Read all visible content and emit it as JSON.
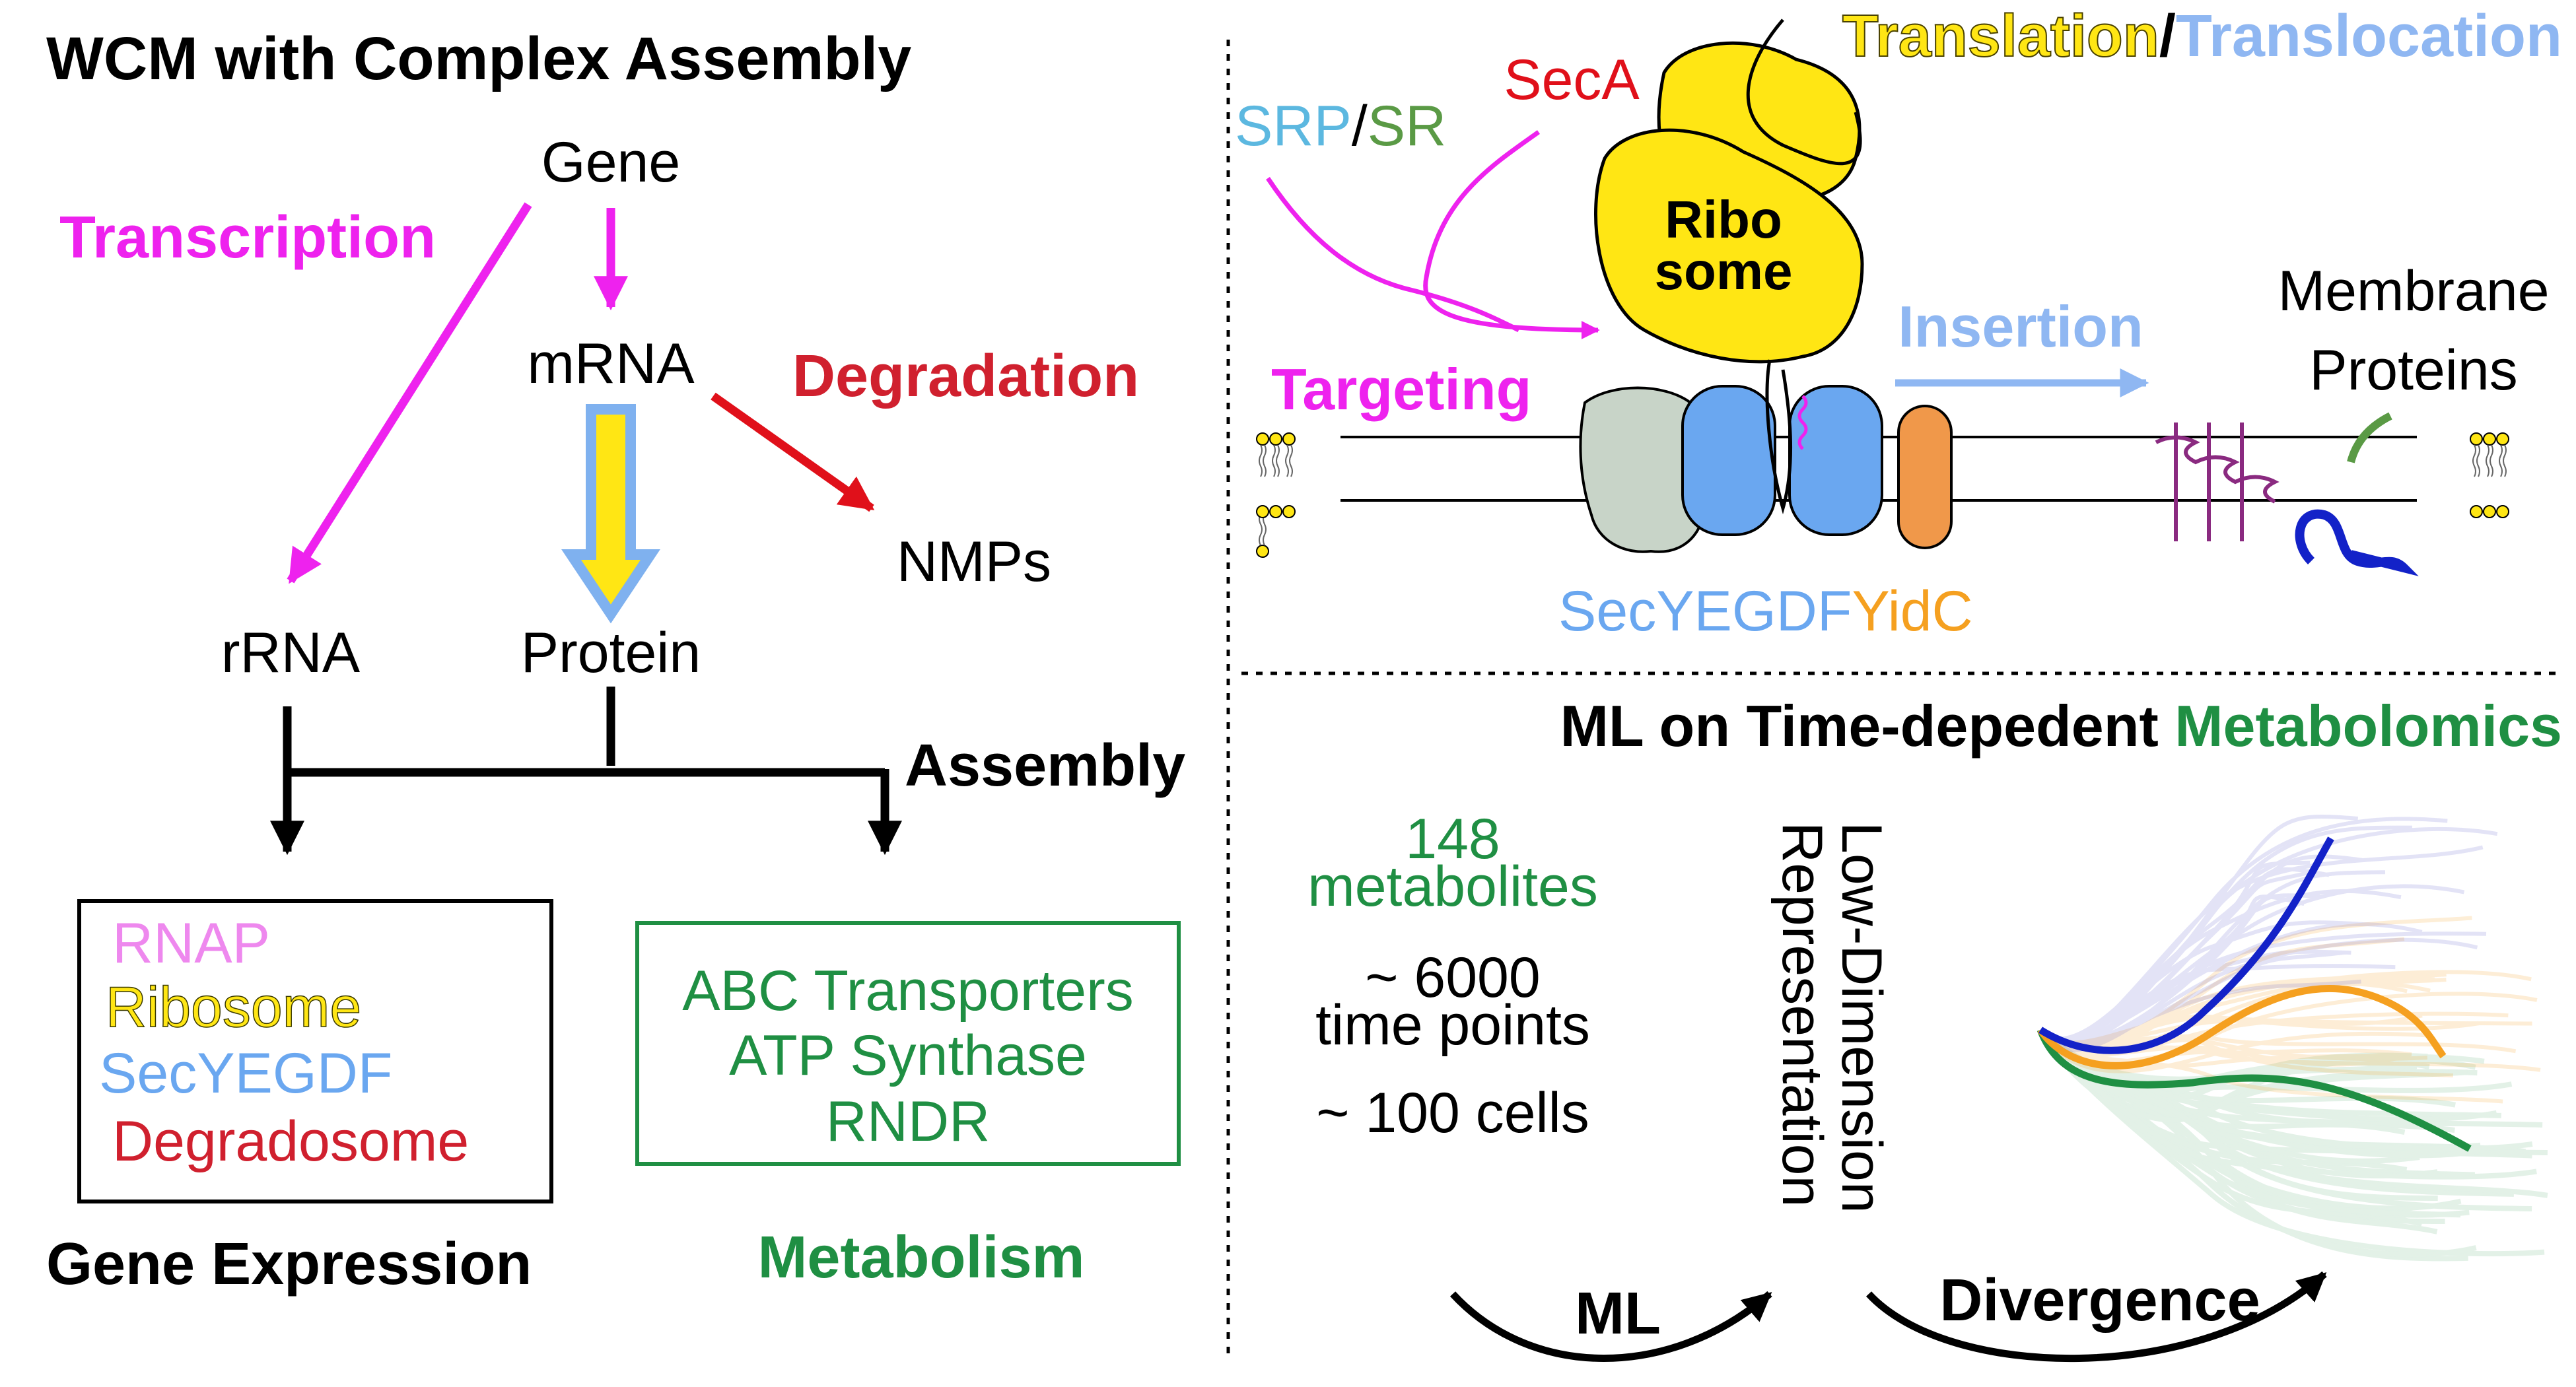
{
  "colors": {
    "magenta": "#ee22ee",
    "red": "#e0101a",
    "crimson": "#d0202e",
    "green": "#1f8f43",
    "lightblue": "#6aa7f0",
    "skyblue": "#5cb8e0",
    "olive": "#5a9a45",
    "yellow": "#ffe614",
    "orange": "#f5a020",
    "pink": "#ee88ee",
    "gold": "#d6c41a",
    "darkblue": "#1322c8",
    "purple": "#8a2a80"
  },
  "left_panel": {
    "title": "WCM with Complex Assembly",
    "nodes": {
      "gene": "Gene",
      "mrna": "mRNA",
      "nmps": "NMPs",
      "rrna": "rRNA",
      "protein": "Protein"
    },
    "process_labels": {
      "transcription": "Transcription",
      "degradation": "Degradation",
      "assembly": "Assembly"
    },
    "gene_expression_box": {
      "items": [
        "RNAP",
        "Ribosome",
        "SecYEGDF",
        "Degradosome"
      ],
      "caption": "Gene Expression"
    },
    "metabolism_box": {
      "items": [
        "ABC Transporters",
        "ATP Synthase",
        "RNDR"
      ],
      "caption": "Metabolism"
    }
  },
  "top_right_panel": {
    "title_part1": "Translation",
    "title_sep": "/",
    "title_part2": "Translocation",
    "srp": "SRP",
    "srp_sep": "/",
    "sr": "SR",
    "seca": "SecA",
    "ribosome_line1": "Ribo",
    "ribosome_line2": "some",
    "targeting": "Targeting",
    "insertion": "Insertion",
    "membrane_line1": "Membrane",
    "membrane_line2": "Proteins",
    "secyegdf": "SecYEGDF",
    "yidc": "YidC"
  },
  "bottom_right_panel": {
    "title_part1": "ML on Time-depedent",
    "title_part2": "Metabolomics",
    "metabolites_line1": "148",
    "metabolites_line2": "metabolites",
    "timepoints_line1": "~ 6000",
    "timepoints_line2": "time points",
    "cells": "~ 100 cells",
    "rep_line1": "Low-Dimension",
    "rep_line2": "Representation",
    "ml_label": "ML",
    "divergence_label": "Divergence"
  }
}
